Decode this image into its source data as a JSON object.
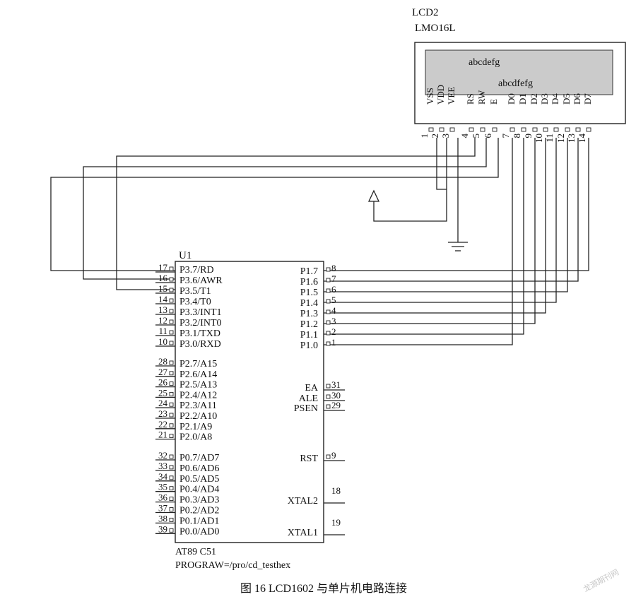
{
  "lcd": {
    "ref": "LCD2",
    "part": "LMO16L",
    "line1": "abcdefg",
    "line2": "abcdfefg",
    "pins": [
      {
        "name": "VSS",
        "num": "1"
      },
      {
        "name": "VDD",
        "num": "2"
      },
      {
        "name": "VEE",
        "num": "3"
      },
      {
        "name": "RS",
        "num": "4"
      },
      {
        "name": "RW",
        "num": "5"
      },
      {
        "name": "E",
        "num": "6"
      },
      {
        "name": "D0",
        "num": "7"
      },
      {
        "name": "D1",
        "num": "8"
      },
      {
        "name": "D2",
        "num": "9"
      },
      {
        "name": "D3",
        "num": "10"
      },
      {
        "name": "D4",
        "num": "11"
      },
      {
        "name": "D5",
        "num": "12"
      },
      {
        "name": "D6",
        "num": "13"
      },
      {
        "name": "D7",
        "num": "14"
      }
    ]
  },
  "mcu": {
    "ref": "U1",
    "part": "AT89 C51",
    "program": "PROGRAW=/pro/cd_testhex",
    "left_pins": [
      {
        "num": "17",
        "name": "P3.7/RD"
      },
      {
        "num": "16",
        "name": "P3.6/AWR"
      },
      {
        "num": "15",
        "name": "P3.5/T1"
      },
      {
        "num": "14",
        "name": "P3.4/T0"
      },
      {
        "num": "13",
        "name": "P3.3/INT1"
      },
      {
        "num": "12",
        "name": "P3.2/INT0"
      },
      {
        "num": "11",
        "name": "P3.1/TXD"
      },
      {
        "num": "10",
        "name": "P3.0/RXD"
      },
      {
        "num": "28",
        "name": "P2.7/A15"
      },
      {
        "num": "27",
        "name": "P2.6/A14"
      },
      {
        "num": "26",
        "name": "P2.5/A13"
      },
      {
        "num": "25",
        "name": "P2.4/A12"
      },
      {
        "num": "24",
        "name": "P2.3/A11"
      },
      {
        "num": "23",
        "name": "P2.2/A10"
      },
      {
        "num": "22",
        "name": "P2.1/A9"
      },
      {
        "num": "21",
        "name": "P2.0/A8"
      },
      {
        "num": "32",
        "name": "P0.7/AD7"
      },
      {
        "num": "33",
        "name": "P0.6/AD6"
      },
      {
        "num": "34",
        "name": "P0.5/AD5"
      },
      {
        "num": "35",
        "name": "P0.4/AD4"
      },
      {
        "num": "36",
        "name": "P0.3/AD3"
      },
      {
        "num": "37",
        "name": "P0.2/AD2"
      },
      {
        "num": "38",
        "name": "P0.1/AD1"
      },
      {
        "num": "39",
        "name": "P0.0/AD0"
      }
    ],
    "right_pins": [
      {
        "num": "8",
        "name": "P1.7"
      },
      {
        "num": "7",
        "name": "P1.6"
      },
      {
        "num": "6",
        "name": "P1.5"
      },
      {
        "num": "5",
        "name": "P1.4"
      },
      {
        "num": "4",
        "name": "P1.3"
      },
      {
        "num": "3",
        "name": "P1.2"
      },
      {
        "num": "2",
        "name": "P1.1"
      },
      {
        "num": "1",
        "name": "P1.0"
      },
      {
        "num": "31",
        "name": "EA"
      },
      {
        "num": "30",
        "name": "ALE"
      },
      {
        "num": "29",
        "name": "PSEN"
      },
      {
        "num": "9",
        "name": "RST"
      },
      {
        "num": "18",
        "name": "XTAL2"
      },
      {
        "num": "19",
        "name": "XTAL1"
      }
    ]
  },
  "caption": "图 16   LCD1602 与单片机电路连接",
  "watermark": "龙源期刊网"
}
